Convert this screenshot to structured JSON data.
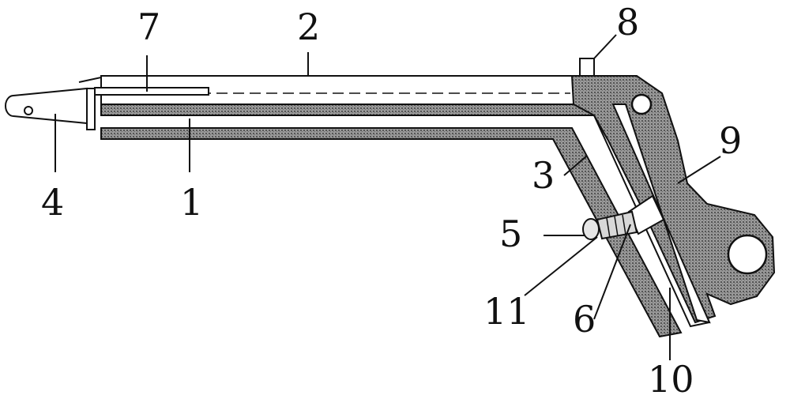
{
  "labels": {
    "l1": "1",
    "l2": "2",
    "l3": "3",
    "l4": "4",
    "l5": "5",
    "l6": "6",
    "l7": "7",
    "l8": "8",
    "l9": "9",
    "l10": "10",
    "l11": "11"
  },
  "colors": {
    "line": "#111111",
    "hatch_bg": "#9a9a9a",
    "hatch_dot": "#555555",
    "paper": "#ffffff"
  }
}
